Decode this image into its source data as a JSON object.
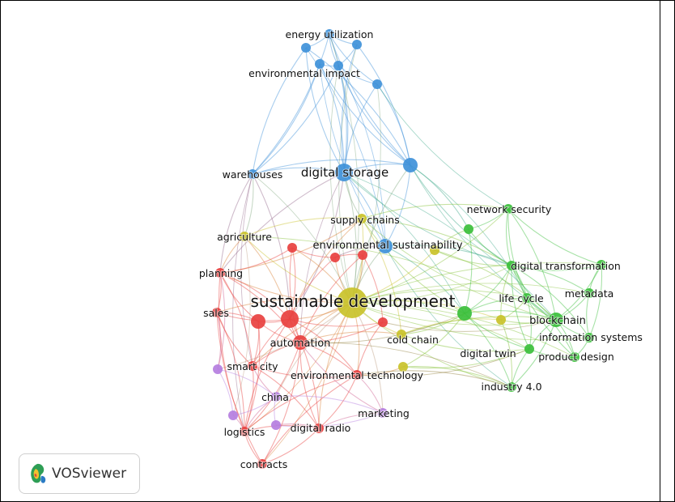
{
  "app": {
    "logo_text": "VOSviewer"
  },
  "clusters": {
    "red": "#e8403f",
    "green": "#3bbf3b",
    "blue": "#3f91d9",
    "yellow": "#c9c22a",
    "purple": "#b57ee0"
  },
  "nodes": [
    {
      "id": "energy-utilization",
      "label": "energy utilization",
      "cluster": "blue",
      "weight": 1
    },
    {
      "id": "environmental-impact",
      "label": "environmental impact",
      "cluster": "blue",
      "weight": 1
    },
    {
      "id": "digital-storage",
      "label": "digital storage",
      "cluster": "blue",
      "weight": 3
    },
    {
      "id": "warehouses",
      "label": "warehouses",
      "cluster": "blue",
      "weight": 1
    },
    {
      "id": "blue-hub",
      "label": "",
      "cluster": "blue",
      "weight": 2
    },
    {
      "id": "blue-top-left",
      "label": "",
      "cluster": "blue",
      "weight": 1
    },
    {
      "id": "blue-top-right",
      "label": "",
      "cluster": "blue",
      "weight": 1
    },
    {
      "id": "blue-upper",
      "label": "",
      "cluster": "blue",
      "weight": 1
    },
    {
      "id": "blue-right",
      "label": "",
      "cluster": "blue",
      "weight": 1
    },
    {
      "id": "supply-chains",
      "label": "supply chains",
      "cluster": "yellow",
      "weight": 1
    },
    {
      "id": "agriculture",
      "label": "agriculture",
      "cluster": "yellow",
      "weight": 1
    },
    {
      "id": "environmental-sustainability",
      "label": "environmental sustainability",
      "cluster": "blue",
      "weight": 2
    },
    {
      "id": "sustainable-development",
      "label": "sustainable development",
      "cluster": "yellow",
      "weight": 7
    },
    {
      "id": "cold-chain",
      "label": "cold chain",
      "cluster": "yellow",
      "weight": 1
    },
    {
      "id": "yellow-env-tech",
      "label": "",
      "cluster": "yellow",
      "weight": 1
    },
    {
      "id": "yellow-right",
      "label": "",
      "cluster": "yellow",
      "weight": 1
    },
    {
      "id": "yellow-mid",
      "label": "",
      "cluster": "yellow",
      "weight": 1
    },
    {
      "id": "planning",
      "label": "planning",
      "cluster": "red",
      "weight": 1
    },
    {
      "id": "sales",
      "label": "sales",
      "cluster": "red",
      "weight": 1
    },
    {
      "id": "automation",
      "label": "automation",
      "cluster": "red",
      "weight": 2
    },
    {
      "id": "red-hub",
      "label": "",
      "cluster": "red",
      "weight": 3
    },
    {
      "id": "red-left",
      "label": "",
      "cluster": "red",
      "weight": 2
    },
    {
      "id": "red-mid-1",
      "label": "",
      "cluster": "red",
      "weight": 1
    },
    {
      "id": "red-mid-2",
      "label": "",
      "cluster": "red",
      "weight": 1
    },
    {
      "id": "red-mid-3",
      "label": "",
      "cluster": "red",
      "weight": 1
    },
    {
      "id": "red-right",
      "label": "",
      "cluster": "red",
      "weight": 1
    },
    {
      "id": "smart-city",
      "label": "smart city",
      "cluster": "red",
      "weight": 1
    },
    {
      "id": "environmental-technology",
      "label": "environmental technology",
      "cluster": "red",
      "weight": 1
    },
    {
      "id": "logistics",
      "label": "logistics",
      "cluster": "red",
      "weight": 1
    },
    {
      "id": "digital-radio",
      "label": "digital radio",
      "cluster": "red",
      "weight": 1
    },
    {
      "id": "contracts",
      "label": "contracts",
      "cluster": "red",
      "weight": 1
    },
    {
      "id": "china",
      "label": "china",
      "cluster": "purple",
      "weight": 1
    },
    {
      "id": "marketing",
      "label": "marketing",
      "cluster": "purple",
      "weight": 1
    },
    {
      "id": "purple-left",
      "label": "",
      "cluster": "purple",
      "weight": 1
    },
    {
      "id": "purple-low-1",
      "label": "",
      "cluster": "purple",
      "weight": 1
    },
    {
      "id": "purple-low-2",
      "label": "",
      "cluster": "purple",
      "weight": 1
    },
    {
      "id": "network-security",
      "label": "network security",
      "cluster": "green",
      "weight": 1
    },
    {
      "id": "digital-transformation",
      "label": "digital transformation",
      "cluster": "green",
      "weight": 1
    },
    {
      "id": "metadata",
      "label": "metadata",
      "cluster": "green",
      "weight": 1
    },
    {
      "id": "life-cycle",
      "label": "life cycle",
      "cluster": "green",
      "weight": 1
    },
    {
      "id": "blockchain",
      "label": "blockchain",
      "cluster": "green",
      "weight": 2
    },
    {
      "id": "information-systems",
      "label": "information systems",
      "cluster": "green",
      "weight": 1
    },
    {
      "id": "product-design",
      "label": "product design",
      "cluster": "green",
      "weight": 1
    },
    {
      "id": "digital-twin",
      "label": "digital twin",
      "cluster": "green",
      "weight": 1
    },
    {
      "id": "industry-4-0",
      "label": "industry 4.0",
      "cluster": "green",
      "weight": 1
    },
    {
      "id": "green-hub",
      "label": "",
      "cluster": "green",
      "weight": 2
    },
    {
      "id": "green-upper",
      "label": "",
      "cluster": "green",
      "weight": 1
    },
    {
      "id": "green-right",
      "label": "",
      "cluster": "green",
      "weight": 1
    }
  ]
}
